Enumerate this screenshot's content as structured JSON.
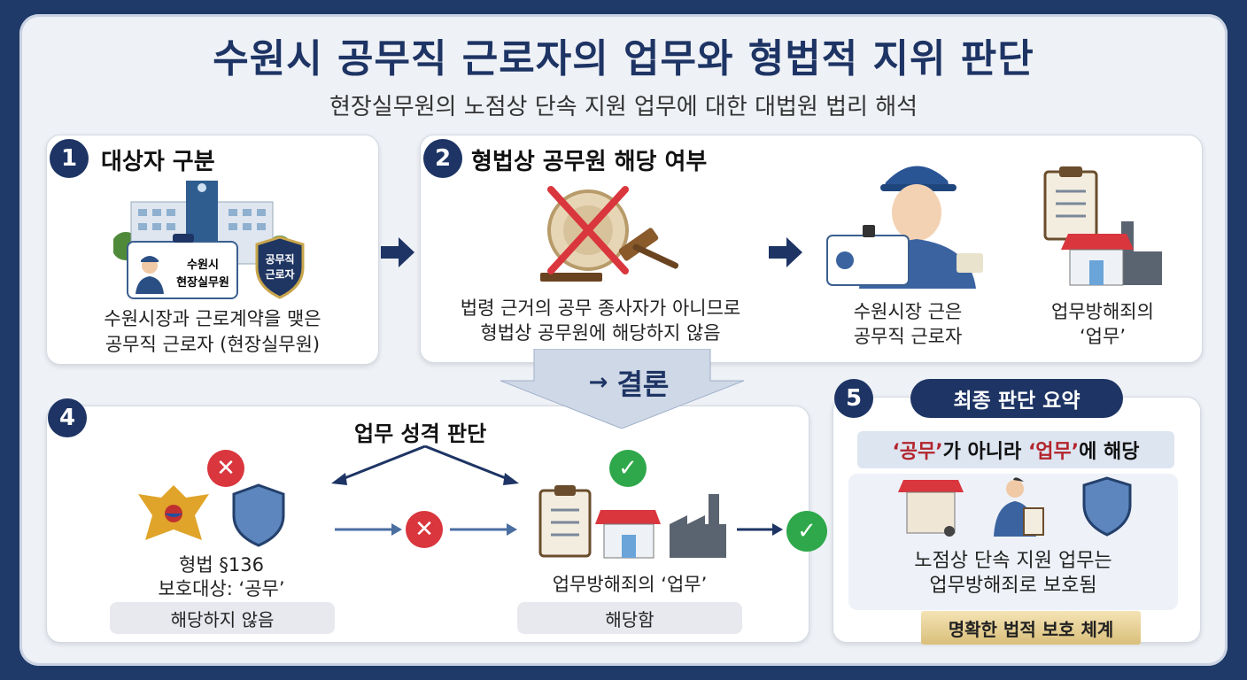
{
  "header": {
    "title": "수원시 공무직 근로자의 업무와 형법적 지위 판단",
    "subtitle": "현장실무원의 노점상 단속 지원 업무에 대한 대법원 법리 해석"
  },
  "card1": {
    "number": "1",
    "heading": "대상자 구분",
    "id_card_line1": "수원시",
    "id_card_line2": "현장실무원",
    "shield_line1": "공무직",
    "shield_line2": "근로자",
    "desc_line1": "수원시장과 근로계약을 맺은",
    "desc_line2": "공무직 근로자 (현장실무원)"
  },
  "card2": {
    "number": "2",
    "heading": "형법상 공무원 해당 여부",
    "left_line1": "법령 근거의 공무 종사자가 아니므로",
    "left_line2": "형법상 공무원에 해당하지 않음",
    "mid_line1": "수원시장 근은",
    "mid_line2": "공무직 근로자",
    "right_line1": "업무방해죄의",
    "right_line2": "‘업무’"
  },
  "conclusion": {
    "label": "결론"
  },
  "card4": {
    "number": "4",
    "heading": "업무 성격 판단",
    "left_line1": "형법 §136",
    "left_line2": "보호대상: ‘공무’",
    "left_pill": "해당하지 않음",
    "right_line1": "업무방해죄의 ‘업무’",
    "right_pill": "해당함"
  },
  "card5": {
    "number": "5",
    "title": "최종 판단 요약",
    "band_red1": "‘공무’",
    "band_mid": "가 아니라 ",
    "band_red2": "‘업무’",
    "band_end": "에 해당",
    "desc_line1": "노점상 단속 지원 업무는",
    "desc_line2": "업무방해죄로 보호됨",
    "ribbon": "명확한 법적 보호 체계"
  },
  "colors": {
    "navy": "#1d3464",
    "red": "#d9363e",
    "green": "#2ea84a",
    "gold": "#d9bf7a"
  }
}
